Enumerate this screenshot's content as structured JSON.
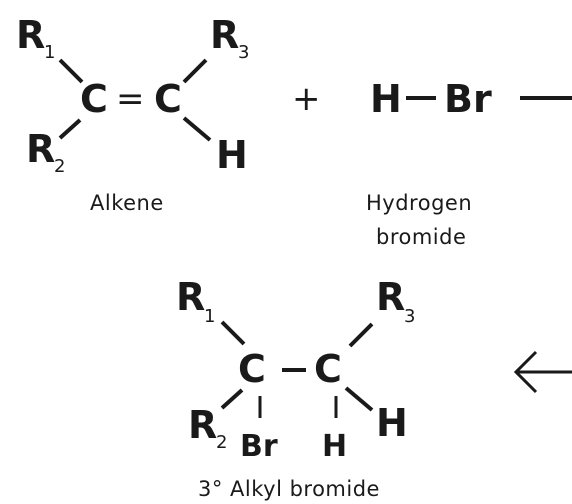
{
  "alkene": {
    "r1": "R",
    "r1_sub": "1",
    "r2": "R",
    "r2_sub": "2",
    "r3": "R",
    "r3_sub": "3",
    "c_left": "C",
    "double_bond": "=",
    "c_right": "C",
    "h": "H",
    "caption": "Alkene"
  },
  "plus": "+",
  "hbr": {
    "h": "H",
    "bond": "–",
    "br": "Br",
    "caption_line1": "Hydrogen",
    "caption_line2": "bromide"
  },
  "product": {
    "r1": "R",
    "r1_sub": "1",
    "r2": "R",
    "r2_sub": "2",
    "r3": "R",
    "r3_sub": "3",
    "c_left": "C",
    "single_bond": "–",
    "c_right": "C",
    "br": "Br",
    "h_below": "H",
    "h_right": "H",
    "caption": "3° Alkyl bromide"
  },
  "arrows": {
    "forward": "—",
    "back": "←"
  }
}
